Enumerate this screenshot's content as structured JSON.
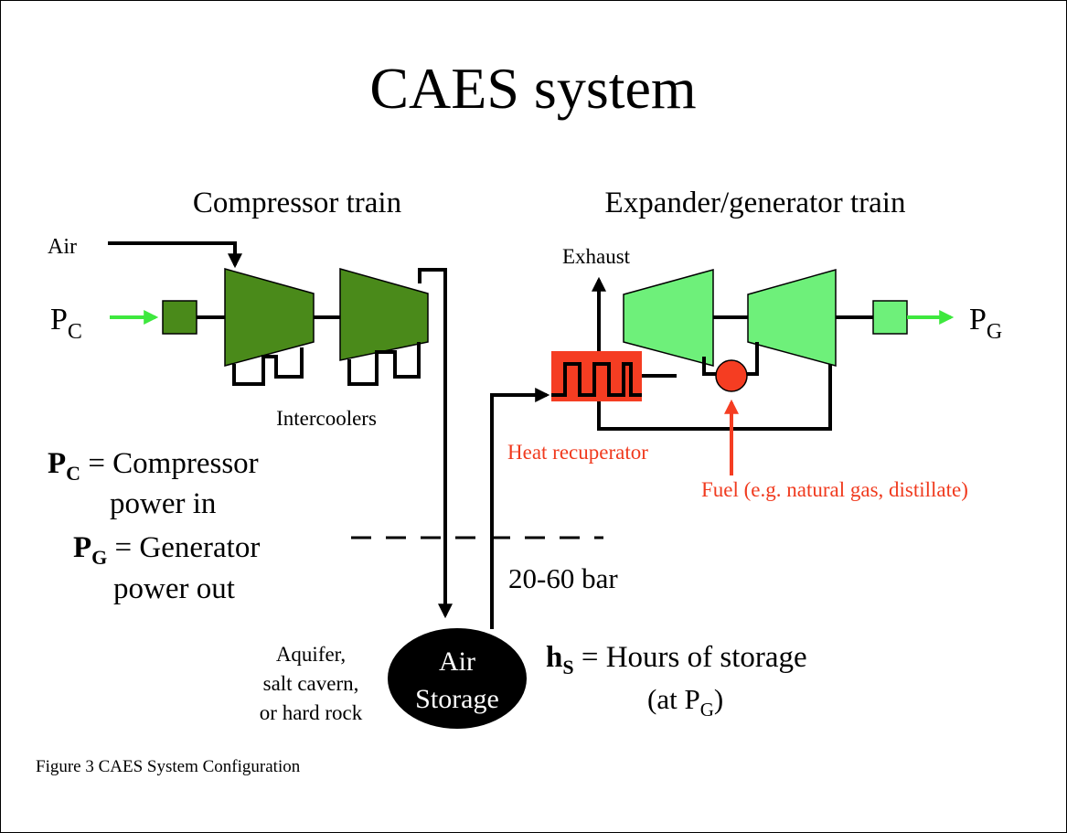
{
  "title": "CAES system",
  "compressor_section": {
    "heading": "Compressor train",
    "air_label": "Air",
    "pc_symbol": "P",
    "pc_sub": "C",
    "intercoolers_label": "Intercoolers"
  },
  "expander_section": {
    "heading": "Expander/generator train",
    "exhaust_label": "Exhaust",
    "pg_symbol": "P",
    "pg_sub": "G",
    "recuperator_label": "Heat recuperator",
    "fuel_label": "Fuel (e.g. natural gas, distillate)"
  },
  "definitions": {
    "pc_symbol": "P",
    "pc_sub": "C",
    "pc_eq": " = Compressor",
    "pc_line2": "power in",
    "pg_symbol": "P",
    "pg_sub": "G",
    "pg_eq": " = Generator",
    "pg_line2": "power out"
  },
  "pressure_label": "20-60 bar",
  "storage": {
    "label_line1": "Air",
    "label_line2": "Storage",
    "types_line1": "Aquifer,",
    "types_line2": "salt cavern,",
    "types_line3": "or hard rock"
  },
  "hours": {
    "symbol": "h",
    "sub": "S",
    "eq": " = Hours of storage",
    "line2_pre": "(at P",
    "line2_sub": "G",
    "line2_post": ")"
  },
  "caption": "Figure 3 CAES System Configuration",
  "colors": {
    "compressor": "#4a8a1a",
    "expander": "#6ef07a",
    "power_arrow": "#3ee83e",
    "heat_red": "#f53d22",
    "red_text": "#f03a1e",
    "line": "#000000"
  }
}
